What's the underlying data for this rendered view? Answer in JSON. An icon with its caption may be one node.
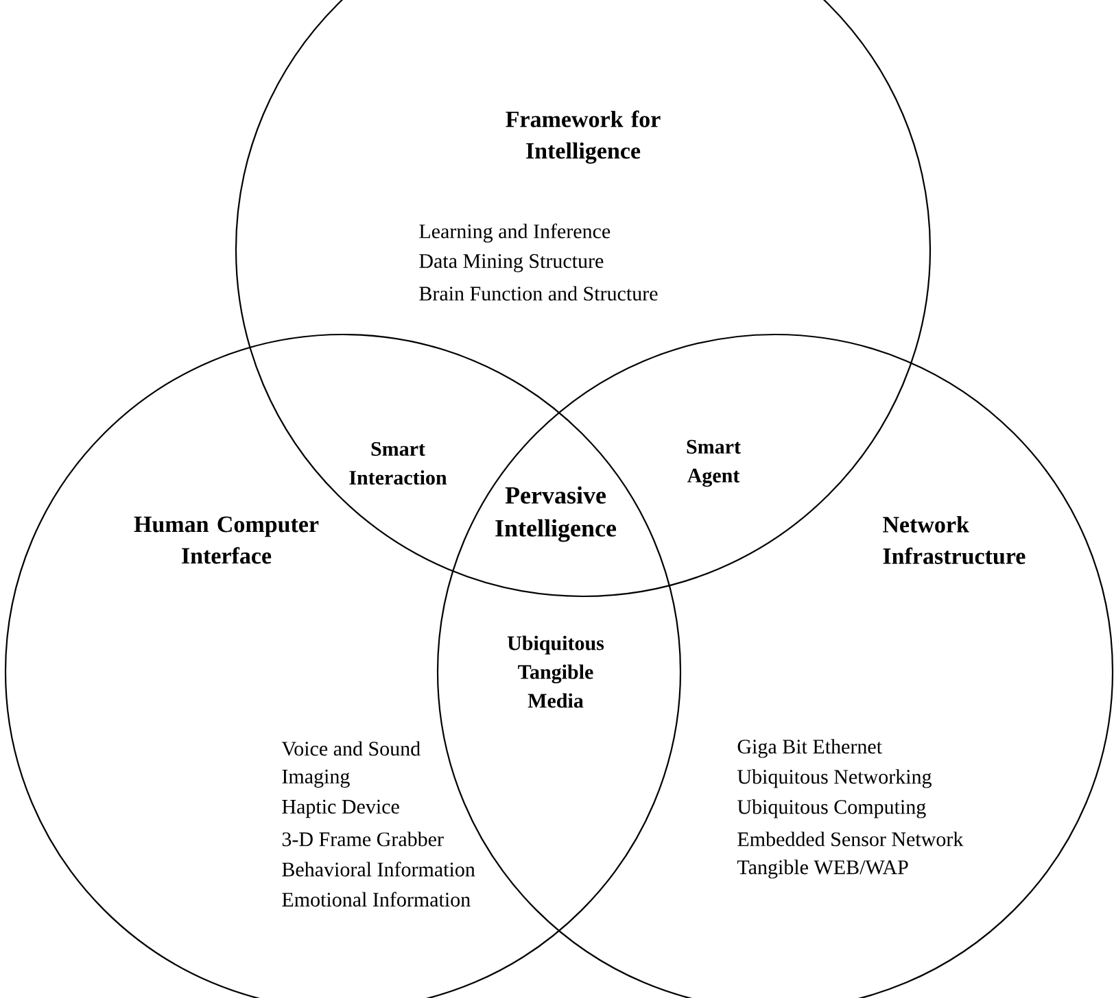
{
  "diagram": {
    "nodes": [
      {
        "text": [
          "Framework for Intelligence",
          "Learning and Inference",
          "Data Mining Structure",
          "Brain Function and Structure"
        ]
      },
      {
        "text": [
          "Human Computer Interface",
          "Voice and Sound",
          "Imaging",
          "Haptic Device",
          "3-D Frame Grabber",
          "Behavioral Information",
          "Emotional Information"
        ]
      },
      {
        "text": [
          "Network Infrastructure",
          "Giga Bit Ethernet",
          "Ubiquitous Networking",
          "Ubiquitous Computing",
          "Embedded Sensor Network",
          "Tangible WEB/WAP"
        ]
      }
    ],
    "labels": [
      "Smart Interaction",
      "Smart Agent",
      "Pervasive Intelligence",
      "Ubiquitous Tangible Media"
    ]
  }
}
